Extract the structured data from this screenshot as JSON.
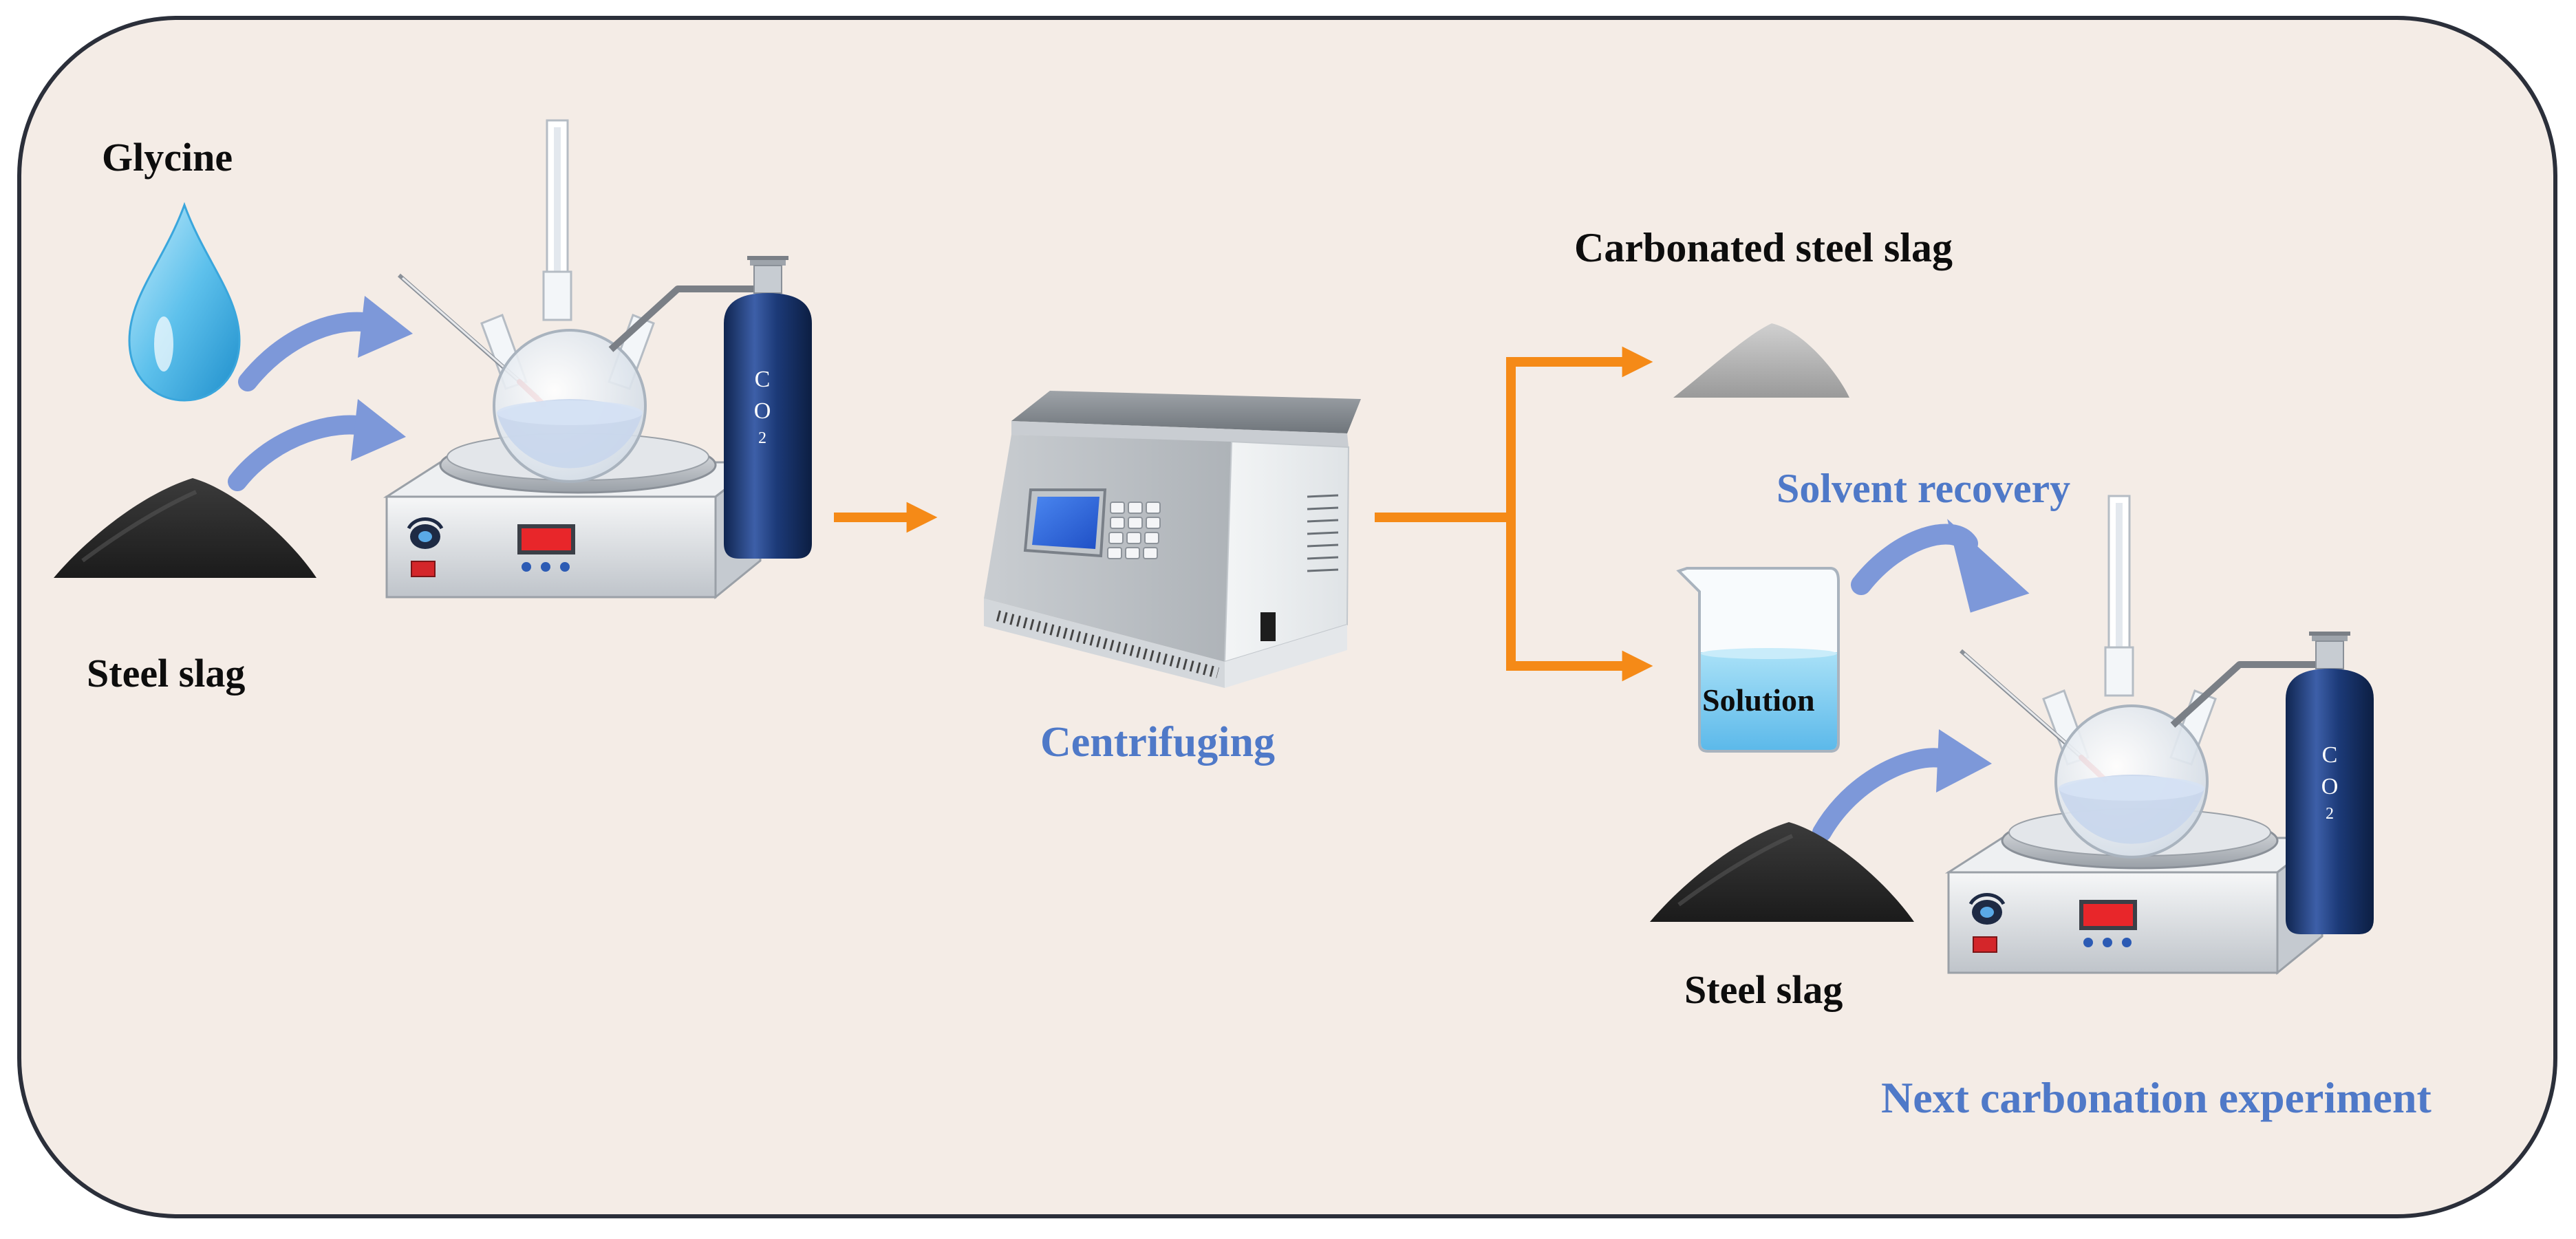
{
  "labels": {
    "glycine": "Glycine",
    "steel_slag_1": "Steel slag",
    "carbonated": "Carbonated steel slag",
    "solvent_recovery": "Solvent recovery",
    "centrifuging": "Centrifuging",
    "solution": "Solution",
    "steel_slag_2": "Steel slag",
    "next_experiment": "Next carbonation experiment"
  },
  "cylinder_text": {
    "c": "C",
    "o": "O",
    "sub": "2"
  },
  "colors": {
    "background": "#f4ece6",
    "border": "#2b2f3a",
    "flow_arrow": "#f58a17",
    "input_arrow": "#7d98d9",
    "label_blue": "#4f79c8",
    "cylinder": "#1c3a78",
    "liquid": "#7cc8ef"
  }
}
